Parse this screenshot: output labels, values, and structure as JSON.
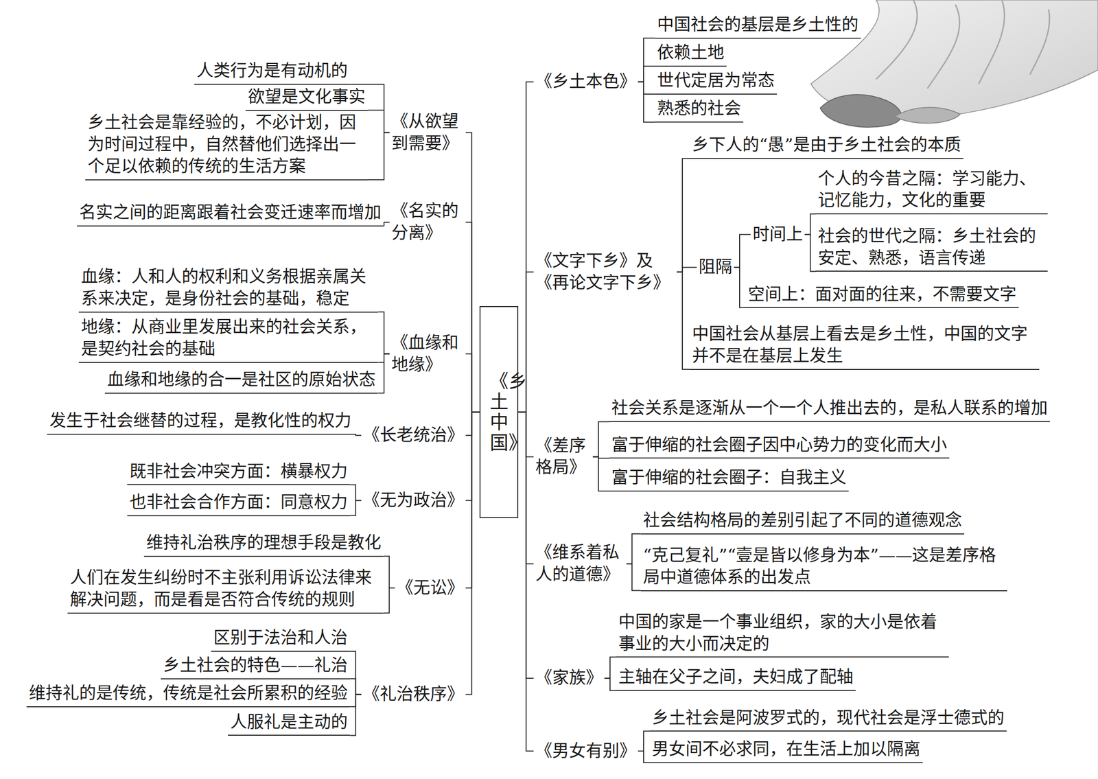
{
  "diagram": {
    "nodes": [
      {
        "text": [
          "《乡土中国》"
        ]
      },
      {
        "text": [
          "《从欲望到需要》"
        ]
      },
      {
        "text": [
          "人类行为是有动机的"
        ]
      },
      {
        "text": [
          "欲望是文化事实"
        ]
      },
      {
        "text": [
          "乡土社会是靠经验的，不必计划，因为时间过程中，自然替他们选择出一个足以依赖的传统的生活方案"
        ]
      },
      {
        "text": [
          "《名实的分离》"
        ]
      },
      {
        "text": [
          "名实之间的距离跟着社会变迁速率而增加"
        ]
      },
      {
        "text": [
          "《血缘和地缘》"
        ]
      },
      {
        "text": [
          "血缘：人和人的权利和义务根据亲属关系来决定，是身份社会的基础，稳定"
        ]
      },
      {
        "text": [
          "地缘：从商业里发展出来的社会关系，是契约社会的基础"
        ]
      },
      {
        "text": [
          "血缘和地缘的合一是社区的原始状态"
        ]
      },
      {
        "text": [
          "《长老统治》"
        ]
      },
      {
        "text": [
          "发生于社会继替的过程，是教化性的权力"
        ]
      },
      {
        "text": [
          "《无为政治》"
        ]
      },
      {
        "text": [
          "既非社会冲突方面：横暴权力"
        ]
      },
      {
        "text": [
          "也非社会合作方面：同意权力"
        ]
      },
      {
        "text": [
          "《无讼》"
        ]
      },
      {
        "text": [
          "维持礼治秩序的理想手段是教化"
        ]
      },
      {
        "text": [
          "人们在发生纠纷时不主张利用诉讼法律来解决问题，而是看是否符合传统的规则"
        ]
      },
      {
        "text": [
          "《礼治秩序》"
        ]
      },
      {
        "text": [
          "区别于法治和人治"
        ]
      },
      {
        "text": [
          "乡土社会的特色——礼治"
        ]
      },
      {
        "text": [
          "维持礼的是传统，传统是社会所累积的经验"
        ]
      },
      {
        "text": [
          "人服礼是主动的"
        ]
      },
      {
        "text": [
          "《乡土本色》"
        ]
      },
      {
        "text": [
          "中国社会的基层是乡土性的"
        ]
      },
      {
        "text": [
          "依赖土地"
        ]
      },
      {
        "text": [
          "世代定居为常态"
        ]
      },
      {
        "text": [
          "熟悉的社会"
        ]
      },
      {
        "text": [
          "《文字下乡》及《再论文字下乡》"
        ]
      },
      {
        "text": [
          "乡下人的“愚”是由于乡土社会的本质"
        ]
      },
      {
        "text": [
          "阻隔"
        ]
      },
      {
        "text": [
          "时间上"
        ]
      },
      {
        "text": [
          "个人的今昔之隔：学习能力、记忆能力，文化的重要"
        ]
      },
      {
        "text": [
          "社会的世代之隔：乡土社会的安定、熟悉，语言传递"
        ]
      },
      {
        "text": [
          "空间上：面对面的往来，不需要文字"
        ]
      },
      {
        "text": [
          "中国社会从基层上看去是乡土性，中国的文字并不是在基层上发生"
        ]
      },
      {
        "text": [
          "《差序格局》"
        ]
      },
      {
        "text": [
          "社会关系是逐渐从一个一个人推出去的，是私人联系的增加"
        ]
      },
      {
        "text": [
          "富于伸缩的社会圈子因中心势力的变化而大小"
        ]
      },
      {
        "text": [
          "富于伸缩的社会圈子：自我主义"
        ]
      },
      {
        "text": [
          "《维系着私人的道德》"
        ]
      },
      {
        "text": [
          "社会结构格局的差别引起了不同的道德观念"
        ]
      },
      {
        "text": [
          "“克己复礼”“壹是皆以修身为本”——这是差序格局中道德体系的出发点"
        ]
      },
      {
        "text": [
          "《家族》"
        ]
      },
      {
        "text": [
          "中国的家是一个事业组织，家的大小是依着事业的大小而决定的"
        ]
      },
      {
        "text": [
          "主轴在父子之间，夫妇成了配轴"
        ]
      },
      {
        "text": [
          "《男女有别》"
        ]
      },
      {
        "text": [
          "乡土社会是阿波罗式的，现代社会是浮士德式的"
        ]
      },
      {
        "text": [
          "男女间不必求同，在生活上加以隔离"
        ]
      }
    ],
    "edges": [
      {
        "from": 0,
        "to": 1,
        "arrow": "none"
      },
      {
        "from": 0,
        "to": 5,
        "arrow": "none"
      },
      {
        "from": 0,
        "to": 7,
        "arrow": "none"
      },
      {
        "from": 0,
        "to": 11,
        "arrow": "none"
      },
      {
        "from": 0,
        "to": 13,
        "arrow": "none"
      },
      {
        "from": 0,
        "to": 16,
        "arrow": "none"
      },
      {
        "from": 0,
        "to": 19,
        "arrow": "none"
      },
      {
        "from": 0,
        "to": 24,
        "arrow": "none"
      },
      {
        "from": 0,
        "to": 29,
        "arrow": "none"
      },
      {
        "from": 0,
        "to": 37,
        "arrow": "none"
      },
      {
        "from": 0,
        "to": 41,
        "arrow": "none"
      },
      {
        "from": 0,
        "to": 44,
        "arrow": "none"
      },
      {
        "from": 0,
        "to": 47,
        "arrow": "none"
      },
      {
        "from": 1,
        "to": 2,
        "arrow": "none"
      },
      {
        "from": 1,
        "to": 3,
        "arrow": "none"
      },
      {
        "from": 1,
        "to": 4,
        "arrow": "none"
      },
      {
        "from": 5,
        "to": 6,
        "arrow": "none"
      },
      {
        "from": 7,
        "to": 8,
        "arrow": "none"
      },
      {
        "from": 7,
        "to": 9,
        "arrow": "none"
      },
      {
        "from": 7,
        "to": 10,
        "arrow": "none"
      },
      {
        "from": 11,
        "to": 12,
        "arrow": "none"
      },
      {
        "from": 13,
        "to": 14,
        "arrow": "none"
      },
      {
        "from": 13,
        "to": 15,
        "arrow": "none"
      },
      {
        "from": 16,
        "to": 17,
        "arrow": "none"
      },
      {
        "from": 16,
        "to": 18,
        "arrow": "none"
      },
      {
        "from": 19,
        "to": 20,
        "arrow": "none"
      },
      {
        "from": 19,
        "to": 21,
        "arrow": "none"
      },
      {
        "from": 19,
        "to": 22,
        "arrow": "none"
      },
      {
        "from": 19,
        "to": 23,
        "arrow": "none"
      },
      {
        "from": 24,
        "to": 25,
        "arrow": "none"
      },
      {
        "from": 24,
        "to": 26,
        "arrow": "none"
      },
      {
        "from": 24,
        "to": 27,
        "arrow": "none"
      },
      {
        "from": 24,
        "to": 28,
        "arrow": "none"
      },
      {
        "from": 29,
        "to": 30,
        "arrow": "none"
      },
      {
        "from": 29,
        "to": 31,
        "arrow": "none"
      },
      {
        "from": 29,
        "to": 36,
        "arrow": "none"
      },
      {
        "from": 31,
        "to": 32,
        "arrow": "none"
      },
      {
        "from": 31,
        "to": 35,
        "arrow": "none"
      },
      {
        "from": 32,
        "to": 33,
        "arrow": "none"
      },
      {
        "from": 32,
        "to": 34,
        "arrow": "none"
      },
      {
        "from": 37,
        "to": 38,
        "arrow": "none"
      },
      {
        "from": 37,
        "to": 39,
        "arrow": "none"
      },
      {
        "from": 37,
        "to": 40,
        "arrow": "none"
      },
      {
        "from": 41,
        "to": 42,
        "arrow": "none"
      },
      {
        "from": 41,
        "to": 43,
        "arrow": "none"
      },
      {
        "from": 44,
        "to": 45,
        "arrow": "none"
      },
      {
        "from": 44,
        "to": 46,
        "arrow": "none"
      },
      {
        "from": 47,
        "to": 48,
        "arrow": "none"
      },
      {
        "from": 47,
        "to": 49,
        "arrow": "none"
      }
    ]
  }
}
